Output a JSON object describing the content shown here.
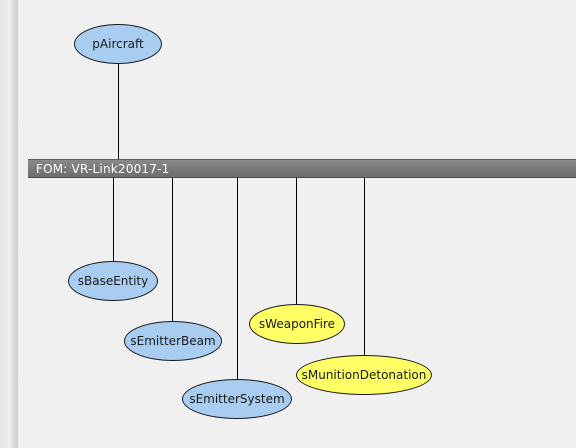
{
  "fom": {
    "label": "FOM: VR-Link20017-1"
  },
  "publishers": [
    {
      "name": "pAircraft",
      "color": "#a9cdf1"
    }
  ],
  "subscribers": [
    {
      "name": "sBaseEntity",
      "color": "#a9cdf1"
    },
    {
      "name": "sEmitterBeam",
      "color": "#a9cdf1"
    },
    {
      "name": "sEmitterSystem",
      "color": "#a9cdf1"
    },
    {
      "name": "sWeaponFire",
      "color": "#ffff66"
    },
    {
      "name": "sMunitionDetonation",
      "color": "#ffff66"
    }
  ]
}
